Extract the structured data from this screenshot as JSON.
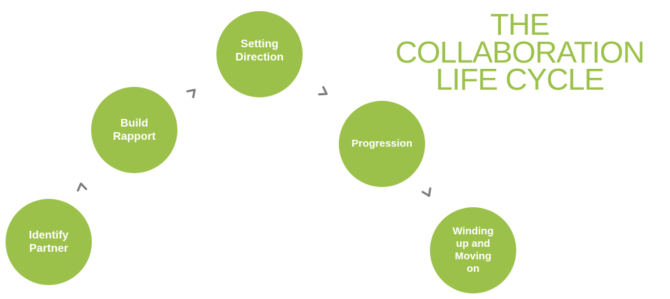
{
  "title": {
    "line1": "THE",
    "line2": "COLLABORATION",
    "line3": "LIFE CYCLE"
  },
  "nodes": [
    {
      "label": "Identify Partner"
    },
    {
      "label": "Build Rapport"
    },
    {
      "label": "Setting Direction"
    },
    {
      "label": "Progression"
    },
    {
      "label": "Winding up and Moving on"
    }
  ],
  "colors": {
    "accent": "#9bc14a",
    "arrow": "#7a7a7a",
    "node_text": "#ffffff"
  },
  "icons": {
    "arrow": "chevron-arrow-icon"
  }
}
